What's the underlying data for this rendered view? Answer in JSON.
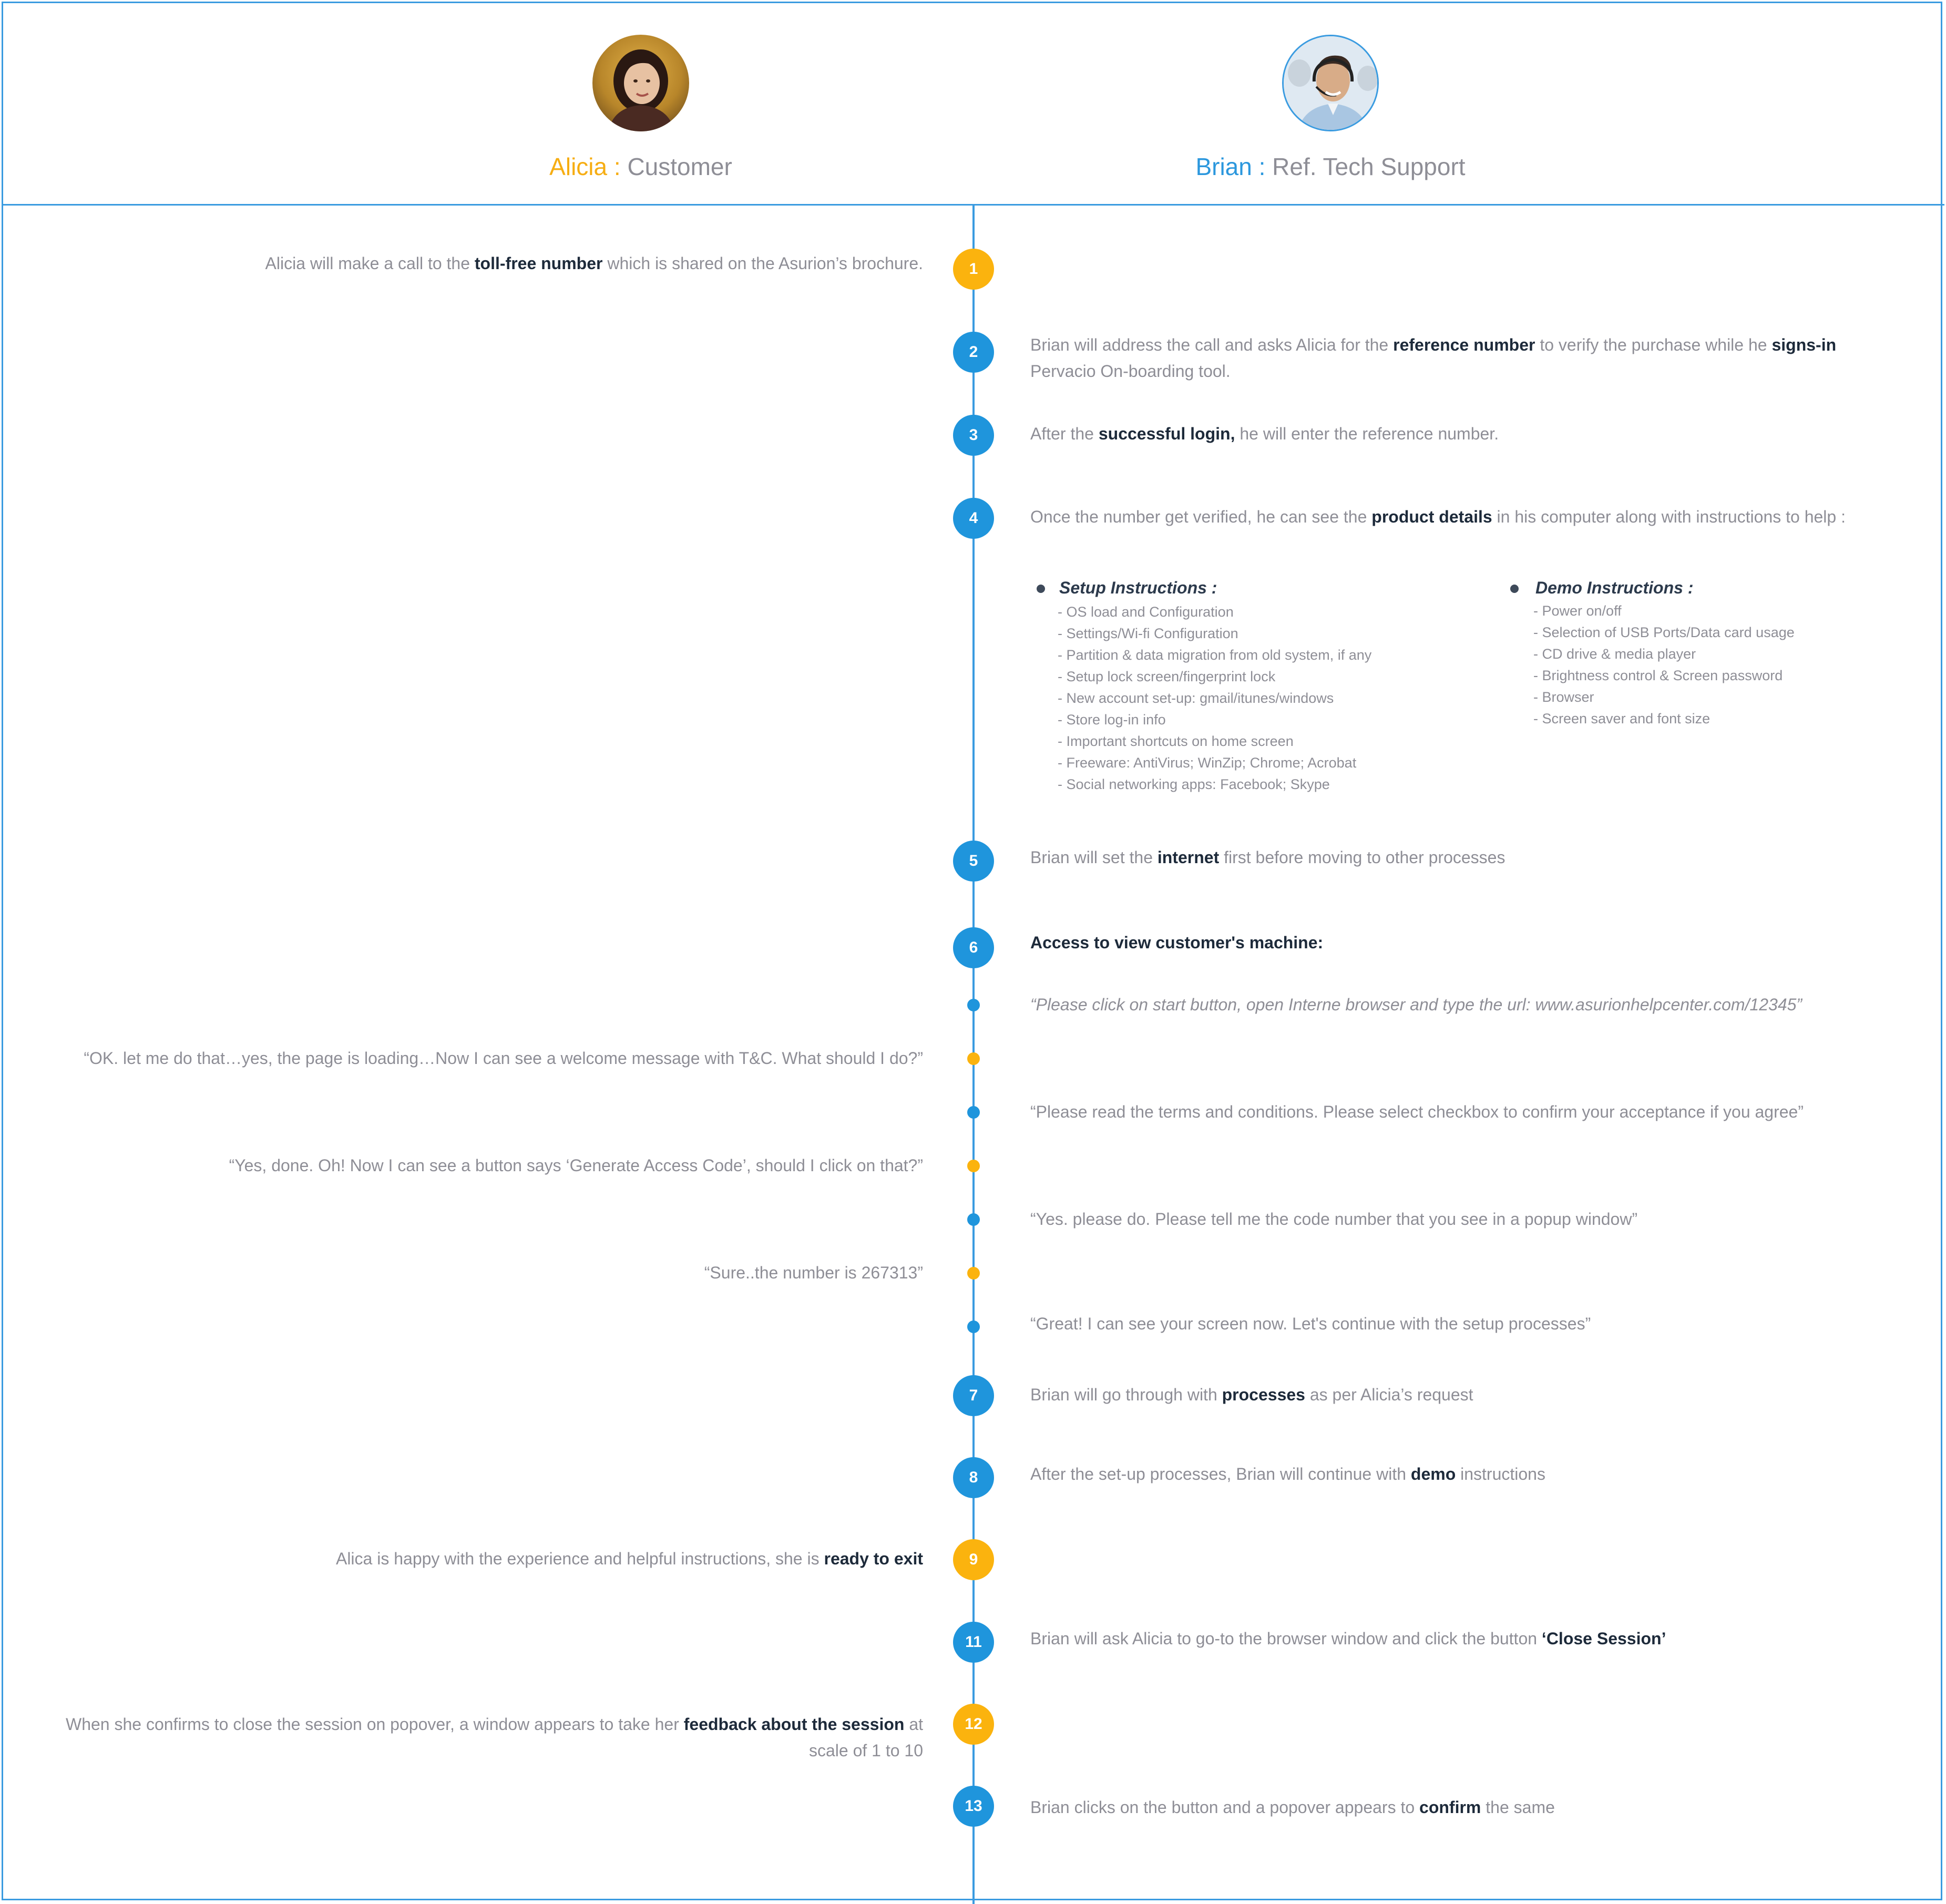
{
  "personas": {
    "customer": {
      "name": "Alicia",
      "separator": " : ",
      "role": "Customer"
    },
    "support": {
      "name": "Brian",
      "separator": " : ",
      "role": "Ref. Tech Support"
    }
  },
  "colors": {
    "customer": "#fbb30e",
    "support": "#1f95dc",
    "border": "#3a9be0"
  },
  "steps": {
    "s1": {
      "number": "1",
      "side": "customer",
      "text_pre": "Alicia will make a call to the ",
      "text_em": "toll-free number",
      "text_post": " which is shared on the Asurion’s  brochure."
    },
    "s2": {
      "number": "2",
      "side": "support",
      "line1_pre": "Brian will address the call and asks Alicia for the ",
      "line1_em1": "reference number",
      "line1_mid": " to verify the purchase while he ",
      "line1_em2": "signs-in",
      "line2": "Pervacio On-boarding tool."
    },
    "s3": {
      "number": "3",
      "side": "support",
      "text_pre": "After the ",
      "text_em": "successful login,",
      "text_post": " he will enter the reference number."
    },
    "s4": {
      "number": "4",
      "side": "support",
      "text_pre": "Once the number get verified, he can see the ",
      "text_em": "product details",
      "text_post": " in his computer along with instructions to help :"
    },
    "s5": {
      "number": "5",
      "side": "support",
      "text_pre": "Brian will set the ",
      "text_em": "internet",
      "text_post": " first before moving to other processes"
    },
    "s6": {
      "number": "6",
      "side": "support",
      "heading": "Access to view customer's machine:"
    },
    "s7": {
      "number": "7",
      "side": "support",
      "text_pre": "Brian will go through with ",
      "text_em": "processes",
      "text_post": " as per Alicia’s request"
    },
    "s8": {
      "number": "8",
      "side": "support",
      "text_pre": "After the set-up processes, Brian will continue with ",
      "text_em": "demo",
      "text_post": " instructions"
    },
    "s9": {
      "number": "9",
      "side": "customer",
      "text_pre": "Alica is happy with the experience and helpful instructions, she is ",
      "text_em": "ready to exit"
    },
    "s11": {
      "number": "11",
      "side": "support",
      "text_pre": "Brian will ask Alicia to go-to the browser window and click the button ",
      "text_em": "‘Close Session’"
    },
    "s12": {
      "number": "12",
      "side": "customer",
      "line1_pre": "When she confirms to close the session on popover, a window appears to take her ",
      "line1_em": "feedback about the session",
      "line1_post": " at",
      "line2": "scale of 1 to 10"
    },
    "s13": {
      "number": "13",
      "side": "support",
      "text_pre": "Brian clicks on the button and a popover appears to ",
      "text_em": "confirm",
      "text_post": " the same"
    }
  },
  "instructions": {
    "setup": {
      "title": "Setup Instructions :",
      "items": [
        "- OS load and Configuration",
        "- Settings/Wi-fi Configuration",
        "- Partition & data migration from old system, if any",
        "- Setup lock screen/fingerprint lock",
        "- New account set-up: gmail/itunes/windows",
        "- Store log-in info",
        "- Important shortcuts on home screen",
        "- Freeware: AntiVirus; WinZip; Chrome; Acrobat",
        "- Social networking apps: Facebook; Skype"
      ]
    },
    "demo": {
      "title": "Demo Instructions :",
      "items": [
        "- Power on/off",
        "- Selection of USB Ports/Data card usage",
        "- CD drive & media player",
        "- Brightness control & Screen password",
        "- Browser",
        "- Screen saver and font size"
      ]
    }
  },
  "dialogue": [
    {
      "side": "support",
      "text": "“Please click on start button, open Interne browser and type the url: www.asurionhelpcenter.com/12345”"
    },
    {
      "side": "customer",
      "text": "“OK. let me do that…yes, the page is loading…Now I can see a welcome message with T&C. What should I do?”"
    },
    {
      "side": "support",
      "text": "“Please read the terms and conditions.  Please select checkbox to confirm your acceptance if you agree”"
    },
    {
      "side": "customer",
      "text": "“Yes, done. Oh! Now I can see a button says ‘Generate Access Code’, should I click on that?”"
    },
    {
      "side": "support",
      "text": "“Yes. please do. Please tell me the code number that you see in a popup window”"
    },
    {
      "side": "customer",
      "text": "“Sure..the number is 267313”"
    },
    {
      "side": "support",
      "text": "“Great! I can see your screen now. Let's continue with the setup processes”"
    }
  ]
}
